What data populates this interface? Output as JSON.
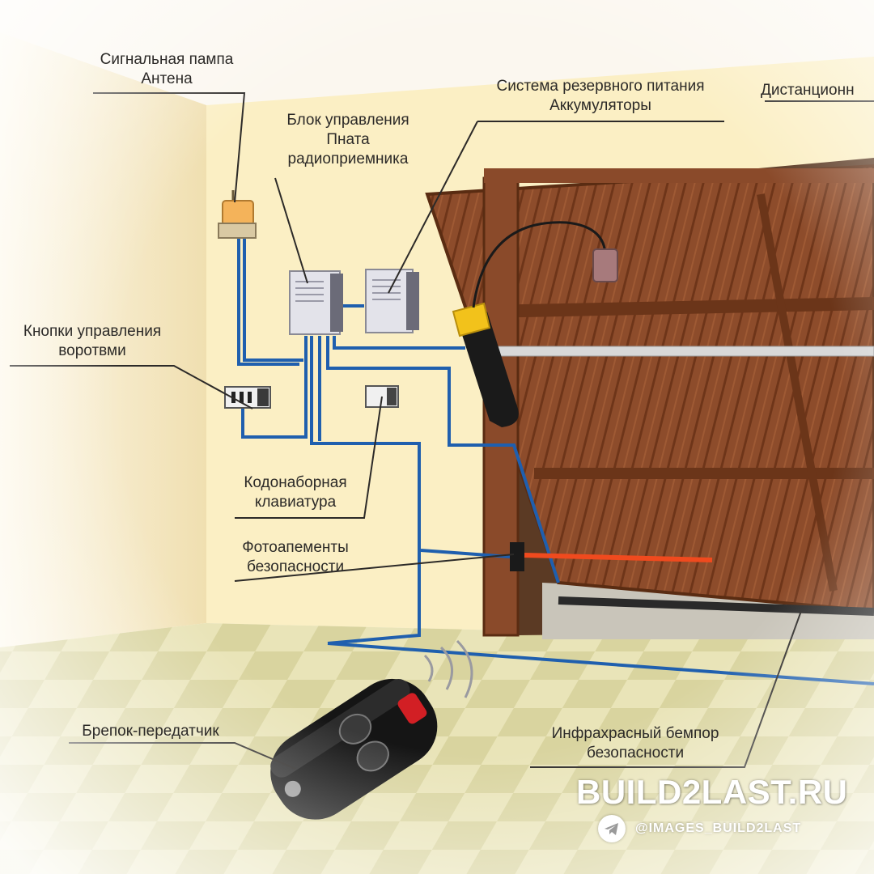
{
  "labels": {
    "signal_lamp": [
      "Сигнальная пампа",
      "Антена"
    ],
    "control_unit": [
      "Блок управления",
      "Пната",
      "радиоприемника"
    ],
    "backup_power": [
      "Система резервного питания",
      "Аккумуляторы"
    ],
    "remote_partial": "Дистанционн",
    "control_buttons": [
      "Кнопки управления",
      "воротвми"
    ],
    "keypad": [
      "Кодонаборная",
      "клавиатура"
    ],
    "photocells": [
      "Фотоапементы",
      "безопасности"
    ],
    "transmitter": "Брепок-передатчик",
    "ir_bumper": [
      "Инфрахрасный бемпор",
      "безопасности"
    ]
  },
  "watermark": {
    "brand": "BUILD2LAST.RU",
    "handle": "@IMAGES_BUILD2LAST",
    "icon": "telegram-icon"
  },
  "colors": {
    "wall": "#fbefc4",
    "door": "#8a4a2a",
    "wire": "#1f5fae",
    "beam": "#f04a1e",
    "motor_cap": "#f2c21b"
  }
}
